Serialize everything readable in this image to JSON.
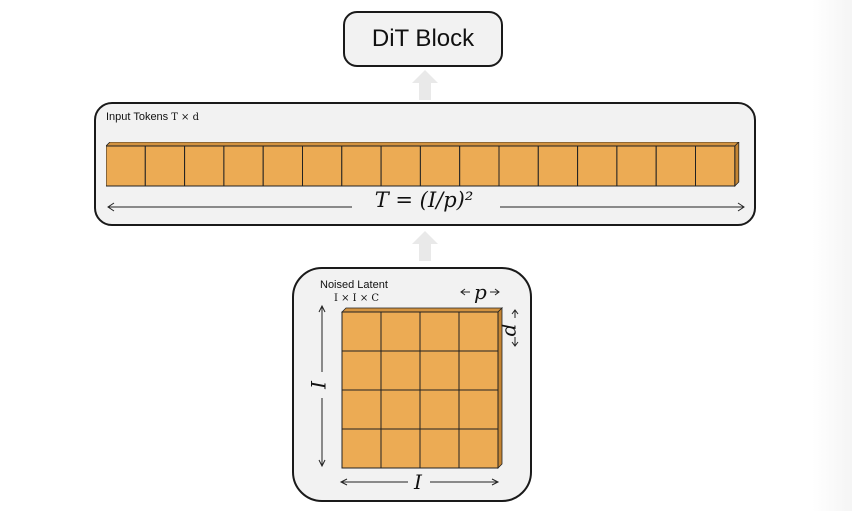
{
  "dit_block": {
    "label": "DiT Block"
  },
  "tokens": {
    "label": "Input Tokens",
    "dims": "T × d",
    "count": 16,
    "formula": "T = (I/p)²"
  },
  "latent": {
    "label": "Noised Latent",
    "dims": "I × I × C",
    "grid_rows": 4,
    "grid_cols": 4,
    "patch_label": "p",
    "side_label": "I"
  },
  "colors": {
    "patch_fill": "#ecab54",
    "patch_edge": "#222222",
    "panel_fill": "#f2f2f2"
  }
}
